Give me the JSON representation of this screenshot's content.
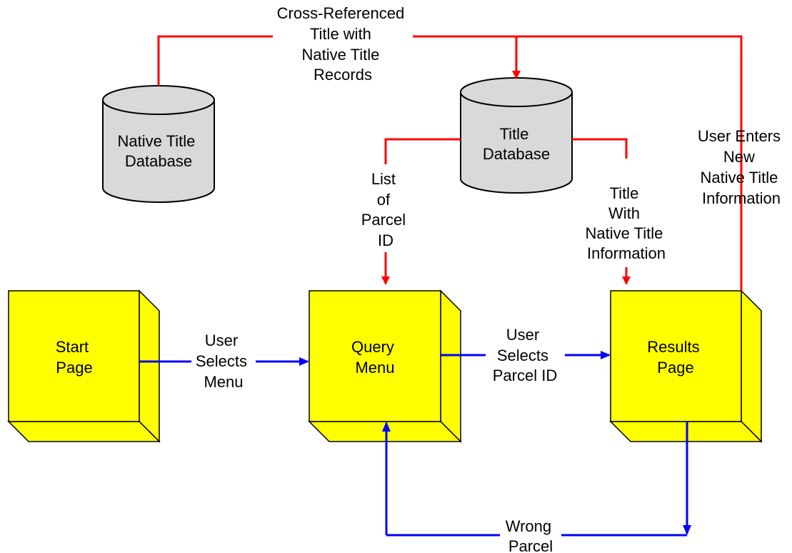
{
  "colors": {
    "page_background": "#ffffff",
    "page_box_fill": "#ffff00",
    "page_box_stroke": "#000000",
    "database_fill": "#d9d9d9",
    "database_stroke": "#000000",
    "data_flow": "#ff0000",
    "user_flow": "#0000ff",
    "text": "#000000"
  },
  "nodes": {
    "start_page": {
      "label": [
        "Start",
        "Page"
      ],
      "kind": "page"
    },
    "query_menu": {
      "label": [
        "Query",
        "Menu"
      ],
      "kind": "page"
    },
    "results_page": {
      "label": [
        "Results",
        "Page"
      ],
      "kind": "page"
    },
    "native_title_database": {
      "label": [
        "Native Title",
        "Database"
      ],
      "kind": "database"
    },
    "title_database": {
      "label": [
        "Title",
        "Database"
      ],
      "kind": "database"
    }
  },
  "edges": {
    "cross_referenced": {
      "label": [
        "Cross-Referenced",
        "Title with",
        "Native Title",
        "Records"
      ],
      "kind": "data-flow",
      "from": "native_title_database",
      "to": "title_database"
    },
    "list_of_parcel_id": {
      "label": [
        "List",
        "of",
        "Parcel",
        "ID"
      ],
      "kind": "data-flow",
      "from": "title_database",
      "to": "query_menu"
    },
    "title_with_native_title": {
      "label": [
        "Title",
        "With",
        "Native Title",
        "Information"
      ],
      "kind": "data-flow",
      "from": "title_database",
      "to": "results_page"
    },
    "user_enters_new": {
      "label": [
        "User Enters",
        "New",
        "Native Title",
        "Information"
      ],
      "kind": "data-flow",
      "from": "results_page",
      "to": "title_database"
    },
    "user_selects_menu": {
      "label": [
        "User",
        "Selects",
        "Menu"
      ],
      "kind": "user-flow",
      "from": "start_page",
      "to": "query_menu"
    },
    "user_selects_parcel_id": {
      "label": [
        "User",
        "Selects",
        "Parcel ID"
      ],
      "kind": "user-flow",
      "from": "query_menu",
      "to": "results_page"
    },
    "wrong_parcel": {
      "label": [
        "Wrong",
        "Parcel"
      ],
      "kind": "user-flow",
      "from": "results_page",
      "to": "query_menu"
    }
  }
}
